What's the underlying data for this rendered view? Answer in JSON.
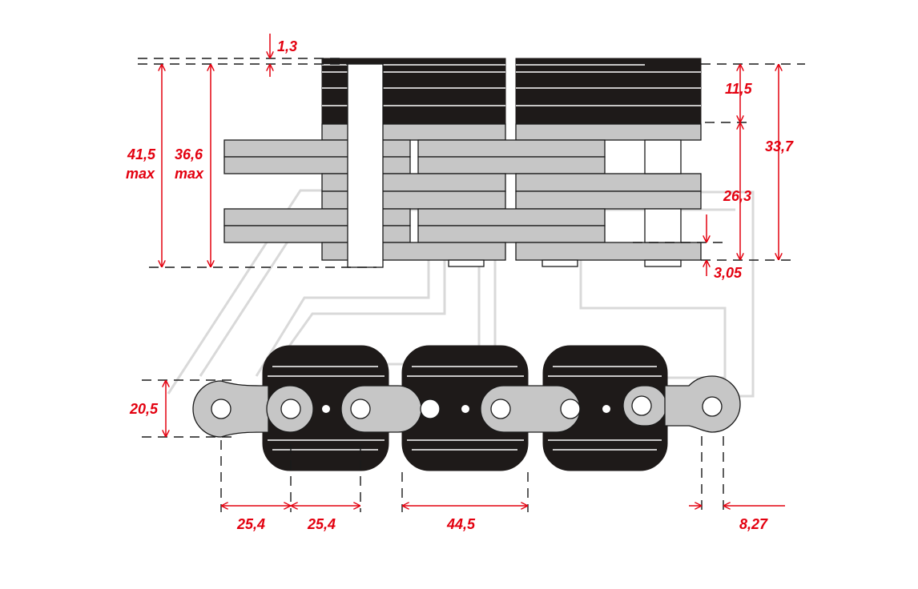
{
  "dimensions": {
    "d_1_3": "1,3",
    "d_11_5": "11,5",
    "d_33_7": "33,7",
    "d_26_3": "26,3",
    "d_3_05": "3,05",
    "d_41_5": "41,5",
    "d_36_6": "36,6",
    "max_label": "max",
    "d_20_5": "20,5",
    "d_25_4_a": "25,4",
    "d_25_4_b": "25,4",
    "d_44_5": "44,5",
    "d_8_27": "8,27"
  },
  "colors": {
    "dimension": "#e3000f",
    "plate_dark": "#1e1a19",
    "plate_grey": "#c6c6c6",
    "logo_watermark": "#d9d9d9"
  }
}
